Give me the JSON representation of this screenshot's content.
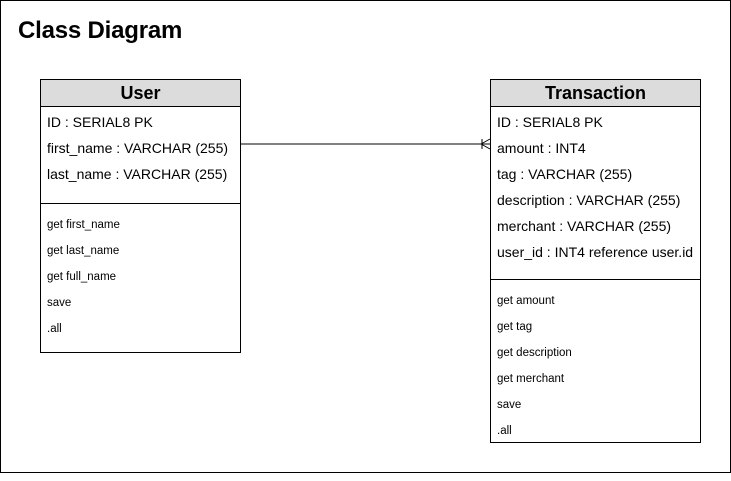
{
  "title": "Class Diagram",
  "classes": {
    "user": {
      "name": "User",
      "attributes": [
        "ID : SERIAL8 PK",
        "first_name : VARCHAR (255)",
        "last_name : VARCHAR (255)"
      ],
      "methods": [
        "get first_name",
        "get last_name",
        "get full_name",
        "save",
        ".all"
      ]
    },
    "transaction": {
      "name": "Transaction",
      "attributes": [
        "ID : SERIAL8 PK",
        "amount : INT4",
        "tag : VARCHAR (255)",
        "description : VARCHAR (255)",
        "merchant : VARCHAR (255)",
        "user_id : INT4 reference user.id"
      ],
      "methods": [
        "get amount",
        "get tag",
        "get description",
        "get merchant",
        "save",
        ".all"
      ]
    }
  },
  "relationship": {
    "from": "User",
    "to": "Transaction",
    "type": "one-to-many"
  },
  "colors": {
    "header_fill": "#dcdcdc",
    "border": "#000000",
    "background": "#ffffff"
  }
}
